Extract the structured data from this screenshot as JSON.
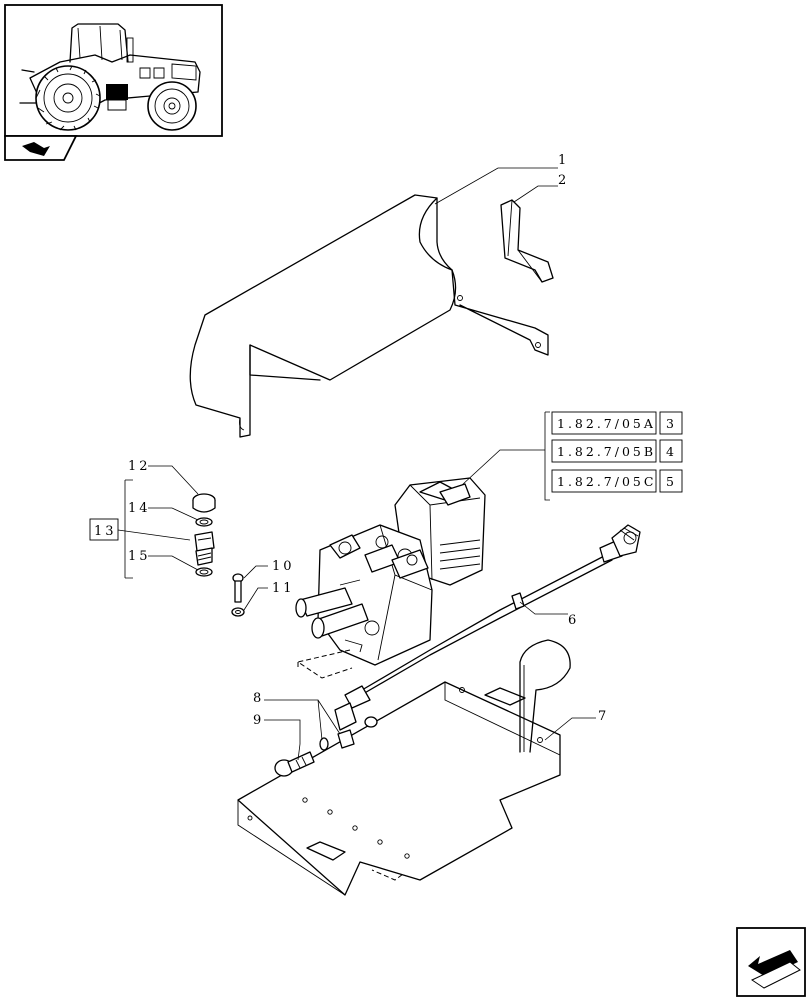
{
  "callouts": {
    "c1": "1",
    "c2": "2",
    "c6": "6",
    "c7": "7",
    "c8": "8",
    "c9": "9",
    "c10": "10",
    "c11": "11",
    "c12": "12",
    "c13": "13",
    "c14": "14",
    "c15": "15"
  },
  "refs": [
    {
      "code": "1.82.7/05A",
      "num": "3"
    },
    {
      "code": "1.82.7/05B",
      "num": "4"
    },
    {
      "code": "1.82.7/05C",
      "num": "5"
    }
  ],
  "icons": {
    "thumbnail": "tractor-thumbnail-icon",
    "book": "catalog-book-icon",
    "nav": "next-page-arrow-icon"
  }
}
